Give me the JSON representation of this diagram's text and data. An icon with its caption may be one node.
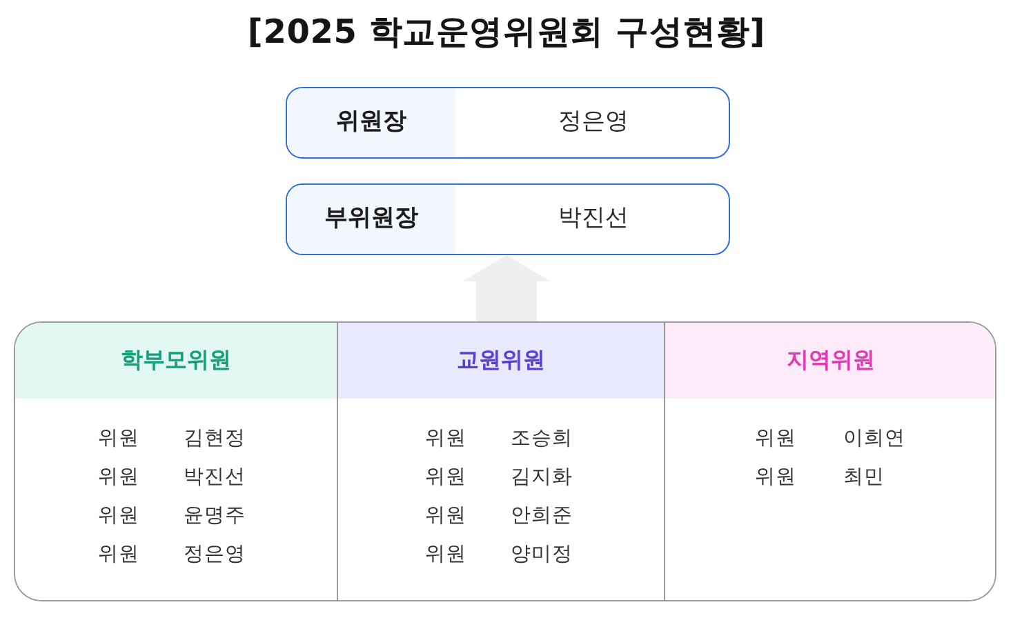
{
  "diagram": {
    "title": "[2025 학교운영위원회 구성현황]",
    "nodes": [
      {
        "text": [
          "위원장",
          "정은영"
        ]
      },
      {
        "text": [
          "부위원장",
          "박진선"
        ]
      },
      {
        "text": [],
        "shape": "box"
      },
      {
        "text": [
          "학부모위원",
          "위원",
          "김현정",
          "위원",
          "박진선",
          "위원",
          "윤명주",
          "위원",
          "정은영"
        ],
        "in": 2
      },
      {
        "text": [
          "교원위원",
          "위원",
          "조승희",
          "위원",
          "김지화",
          "위원",
          "안희준",
          "위원",
          "양미정"
        ],
        "in": 2
      },
      {
        "text": [
          "지역위원",
          "위원",
          "이희연",
          "위원",
          "최민"
        ],
        "in": 2
      }
    ],
    "edges": [
      {
        "from": 2,
        "to": 1,
        "arrow": "to"
      }
    ]
  }
}
